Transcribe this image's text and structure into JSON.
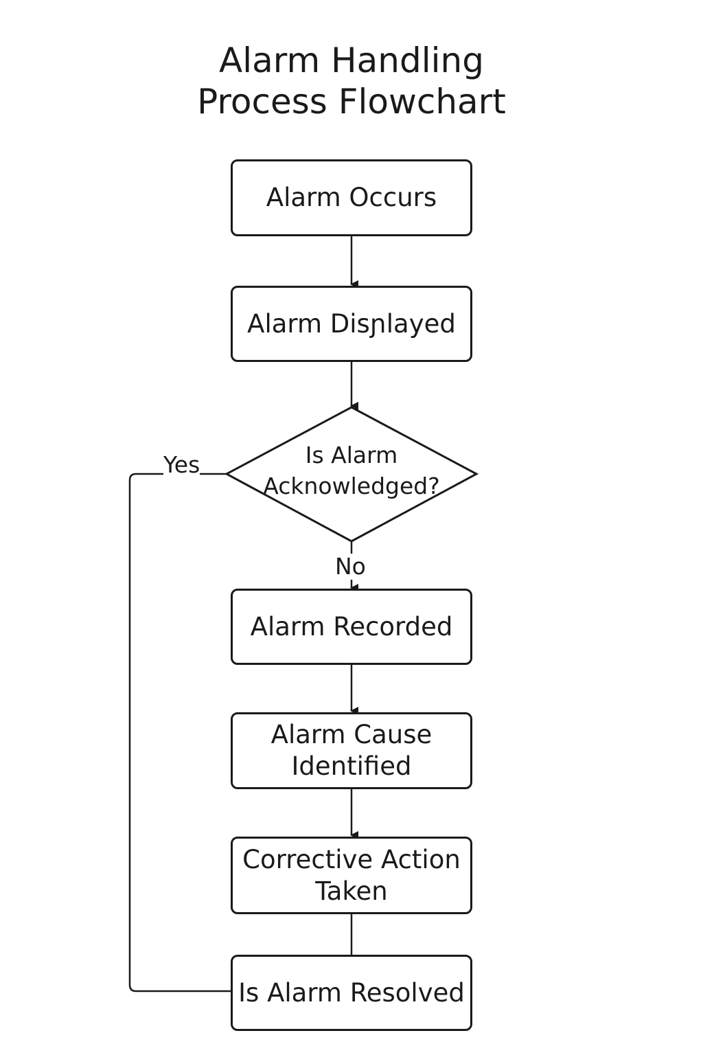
{
  "title": {
    "line1": "Alarm Handling",
    "line2": "Process Flowchart"
  },
  "nodes": {
    "alarm_occurs": "Alarm Occurs",
    "alarm_displayed": "Alarm Disɲlayed",
    "decision_line1": "Is Alarm",
    "decision_line2": "Acknowledged?",
    "alarm_recorded": "Alarm Recorded",
    "cause_line1": "Alarm Cause",
    "cause_line2": "Identified",
    "action_line1": "Corrective Action",
    "action_line2": "Taken",
    "alarm_resolved": "Is Alarm Resolved"
  },
  "edge_labels": {
    "yes": "Yes",
    "no": "No"
  },
  "colors": {
    "stroke": "#1a1a1a",
    "background": "#ffffff"
  }
}
